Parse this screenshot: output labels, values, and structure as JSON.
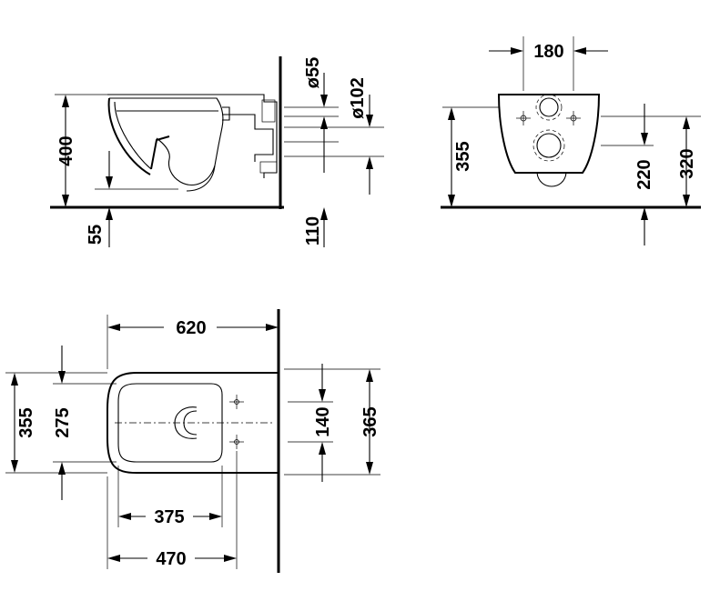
{
  "side_view": {
    "dims": {
      "height_400": "400",
      "floor_55": "55",
      "outlet_110": "110",
      "pipe_d55": "ø55",
      "pipe_d102": "ø102"
    }
  },
  "rear_view": {
    "dims": {
      "spacing_180": "180",
      "height_355": "355",
      "height_220": "220",
      "height_320": "320"
    }
  },
  "top_view": {
    "dims": {
      "length_620": "620",
      "width_355": "355",
      "width_275": "275",
      "bolt_140": "140",
      "width_365": "365",
      "len_375": "375",
      "len_470": "470"
    }
  }
}
